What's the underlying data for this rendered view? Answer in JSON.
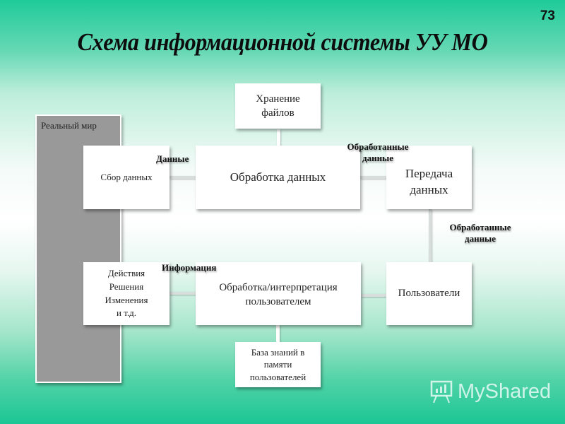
{
  "slide": {
    "number": "73",
    "title": "Схема информационной системы УУ МО"
  },
  "diagram": {
    "panel": {
      "label": "Реальный мир"
    },
    "nodes": {
      "collect": "Сбор данных",
      "process": "Обработка данных",
      "storage": "Хранение файлов",
      "transfer": "Передача данных",
      "users": "Пользователи",
      "interpret": "Обработка/интерпретация пользователем",
      "actions": [
        "Действия",
        "Решения",
        "Изменения",
        "и т.д."
      ],
      "knowledge": "База знаний в памяти пользователей"
    },
    "edge_labels": {
      "data": "Данные",
      "processed_1": "Обработанные данные",
      "processed_2": "Обработанные данные",
      "information": "Информация"
    },
    "edges": [
      {
        "from": "collect",
        "to": "process",
        "label": "Данные"
      },
      {
        "from": "process",
        "to": "storage",
        "bidirectional": true
      },
      {
        "from": "process",
        "to": "transfer",
        "label": "Обработанные данные"
      },
      {
        "from": "transfer",
        "to": "users",
        "label": "Обработанные данные"
      },
      {
        "from": "users",
        "to": "interpret"
      },
      {
        "from": "interpret",
        "to": "actions",
        "label": "Информация"
      },
      {
        "from": "interpret",
        "to": "knowledge",
        "bidirectional": true
      }
    ]
  },
  "watermark": {
    "text": "MyShared"
  }
}
